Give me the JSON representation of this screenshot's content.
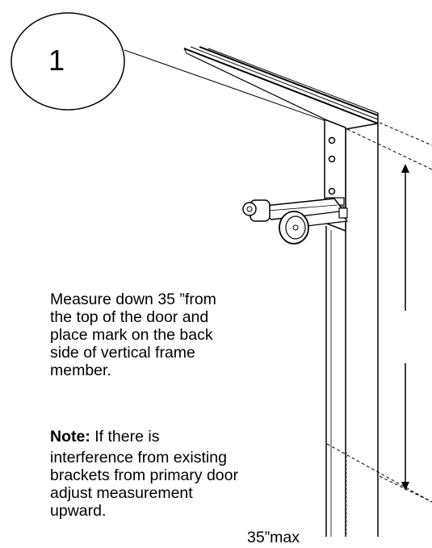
{
  "step": {
    "number": "1"
  },
  "instruction": {
    "main_lines": [
      "Measure down 35 ”from",
      "the top of  the door and",
      "place mark on the  back",
      "side of vertical frame",
      "member."
    ],
    "note_label": "Note:",
    "note_first": " If there is",
    "note_lines": [
      "interference from existing",
      "brackets from primary door",
      "adjust measurement",
      "upward."
    ]
  },
  "dimension": {
    "label": "35”max"
  }
}
